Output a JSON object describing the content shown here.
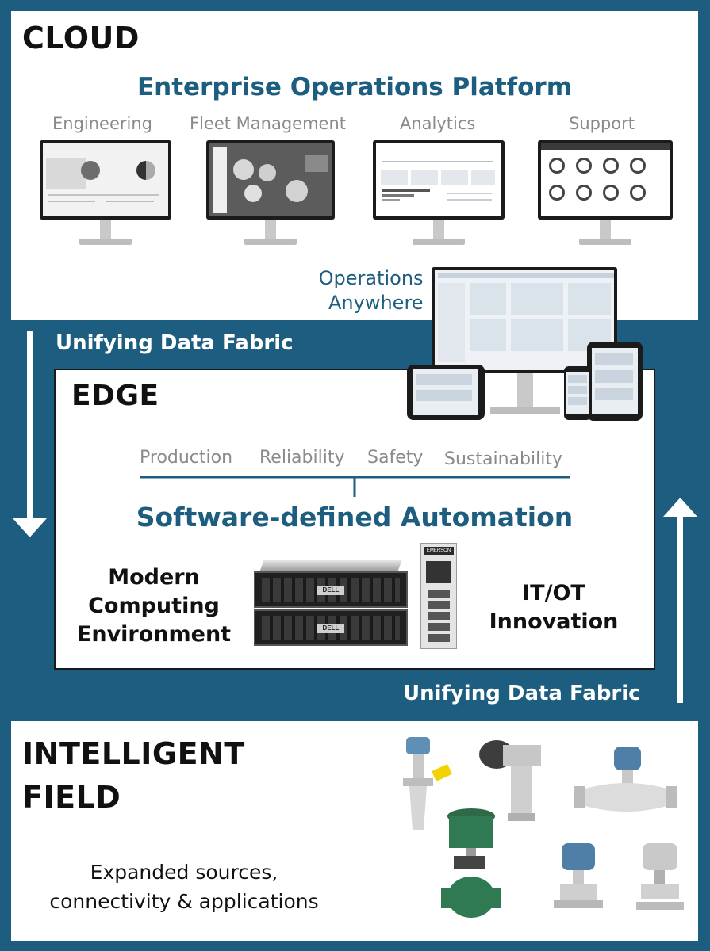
{
  "cloud": {
    "title": "CLOUD",
    "platform_title": "Enterprise Operations Platform",
    "apps": [
      {
        "label": "Engineering"
      },
      {
        "label": "Fleet Management"
      },
      {
        "label": "Analytics"
      },
      {
        "label": "Support"
      }
    ],
    "operations_anywhere_line1": "Operations",
    "operations_anywhere_line2": "Anywhere"
  },
  "fabric": {
    "down_label": "Unifying Data Fabric",
    "up_label": "Unifying Data Fabric"
  },
  "edge": {
    "title": "EDGE",
    "categories": [
      "Production",
      "Reliability",
      "Safety",
      "Sustainability"
    ],
    "sda_title": "Software-defined Automation",
    "left_line1": "Modern",
    "left_line2": "Computing",
    "left_line3": "Environment",
    "right_line1": "IT/OT",
    "right_line2": "Innovation",
    "server_brand": "DELL",
    "controller_brand": "EMERSON"
  },
  "field": {
    "title_line1": "INTELLIGENT",
    "title_line2": "FIELD",
    "desc_line1": "Expanded sources,",
    "desc_line2": "connectivity & applications"
  },
  "colors": {
    "brand_blue": "#1d5d7f",
    "label_gray": "#8a8a8a",
    "text_dark": "#111111"
  }
}
